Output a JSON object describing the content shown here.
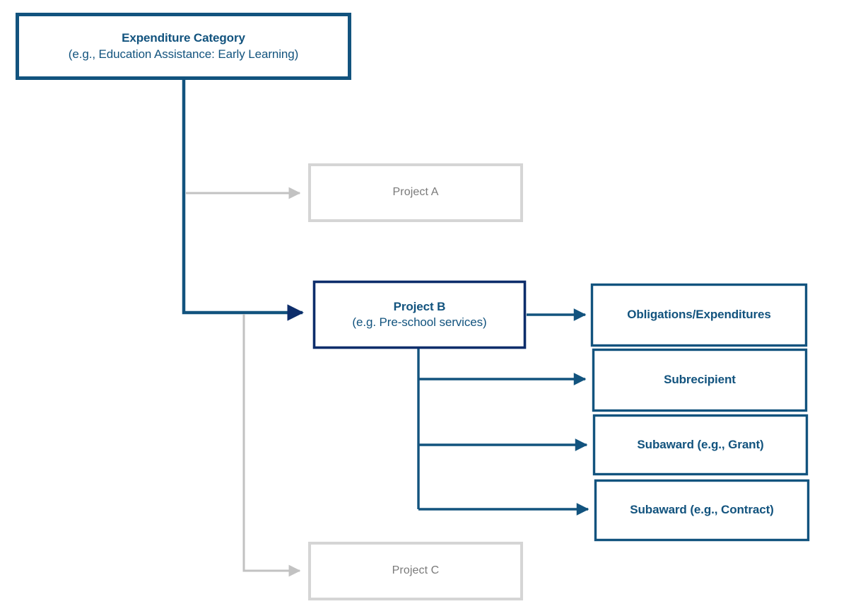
{
  "diagram": {
    "type": "hierarchy-flowchart",
    "background_color": "#ffffff",
    "palette": {
      "teal": "#12537e",
      "navy": "#0d2d6b",
      "muted_gray": "#d0d0d0",
      "muted_text": "#7a7a7a",
      "text_blue": "#12537e"
    },
    "nodes": {
      "expenditure_category": {
        "title": "Expenditure Category",
        "subtitle": "(e.g., Education Assistance: Early Learning)",
        "state": "active",
        "border_color": "#12537e"
      },
      "project_a": {
        "title": "Project A",
        "state": "muted",
        "border_color": "#d0d0d0"
      },
      "project_b": {
        "title": "Project B",
        "subtitle": "(e.g. Pre-school services)",
        "state": "active",
        "border_color": "#0d2d6b"
      },
      "project_c": {
        "title": "Project C",
        "state": "muted",
        "border_color": "#d0d0d0"
      },
      "obligations_expenditures": {
        "title": "Obligations/Expenditures",
        "state": "active",
        "border_color": "#12537e"
      },
      "subrecipient": {
        "title": "Subrecipient",
        "state": "active",
        "border_color": "#12537e"
      },
      "subaward_grant": {
        "title": "Subaward (e.g., Grant)",
        "state": "active",
        "border_color": "#12537e"
      },
      "subaward_contract": {
        "title": "Subaward (e.g., Contract)",
        "state": "active",
        "border_color": "#12537e"
      }
    },
    "edges": [
      {
        "from": "expenditure_category",
        "to": "project_a",
        "style": "muted"
      },
      {
        "from": "expenditure_category",
        "to": "project_b",
        "style": "active"
      },
      {
        "from": "expenditure_category",
        "to": "project_c",
        "style": "muted"
      },
      {
        "from": "project_b",
        "to": "obligations_expenditures",
        "style": "active"
      },
      {
        "from": "project_b",
        "to": "subrecipient",
        "style": "active"
      },
      {
        "from": "project_b",
        "to": "subaward_grant",
        "style": "active"
      },
      {
        "from": "project_b",
        "to": "subaward_contract",
        "style": "active"
      }
    ]
  }
}
